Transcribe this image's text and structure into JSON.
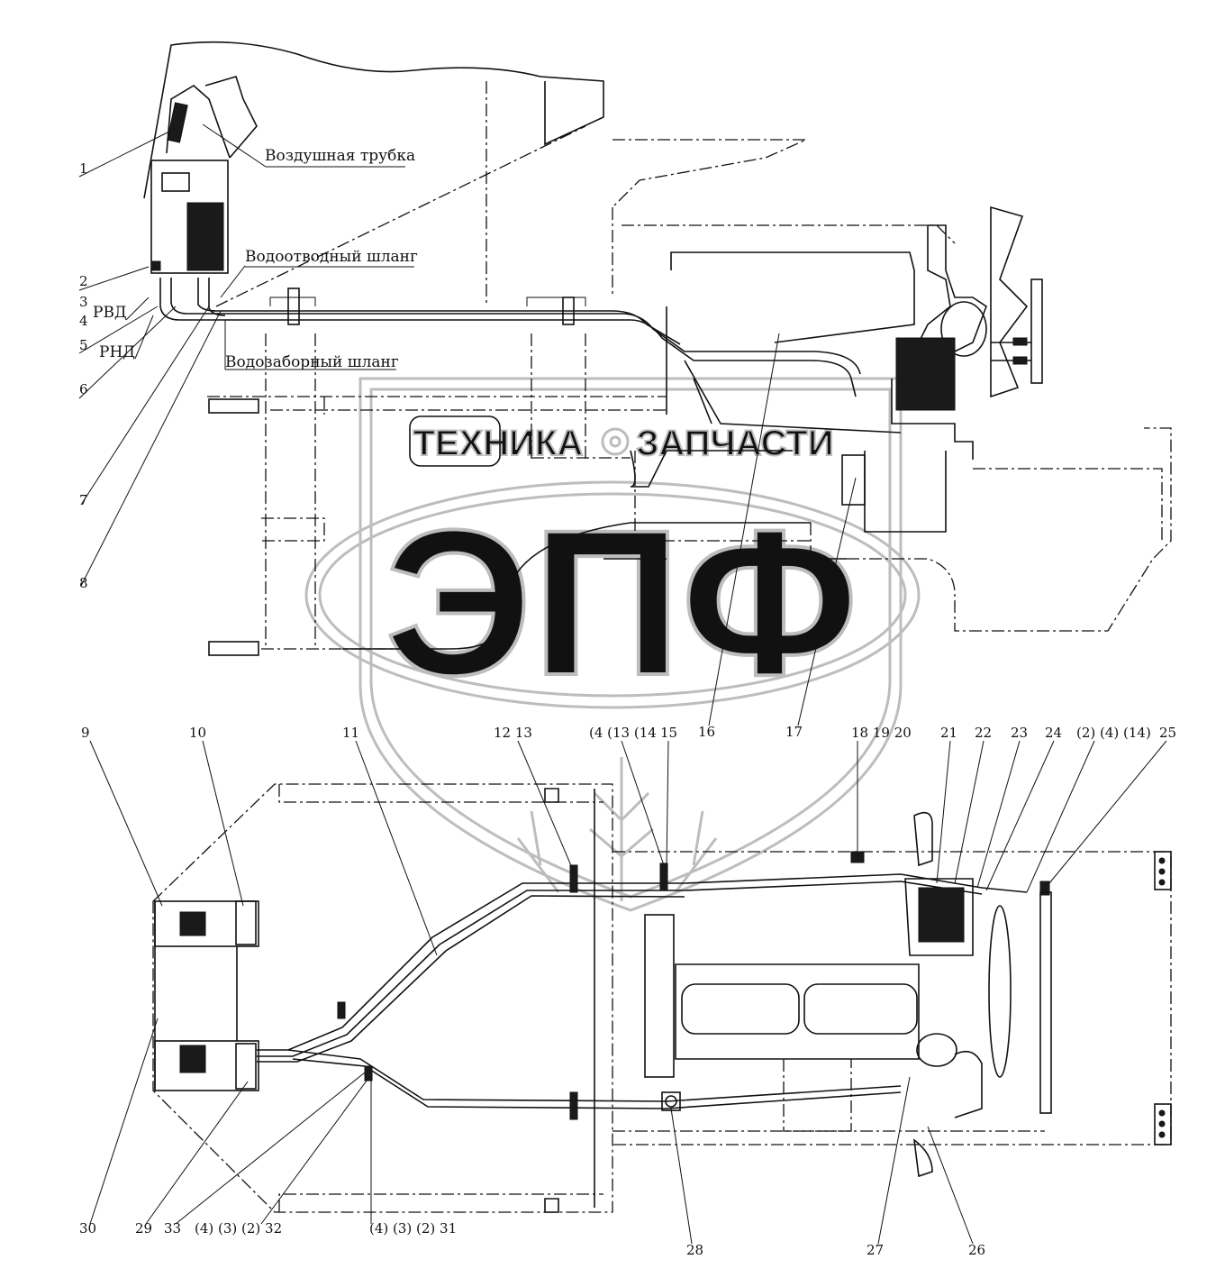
{
  "captions": {
    "air_tube": "Воздушная трубка",
    "drain_hose": "Водоотводный шланг",
    "intake_hose": "Водозаборный шланг",
    "rvd": "РВД",
    "rnd": "РНД"
  },
  "watermark": {
    "brand": "ЭПФ",
    "left_word": "ТЕХНИКА",
    "right_word": "ЗАПЧАСТИ",
    "color": "#bdbdbd"
  },
  "callouts_top": {
    "c1": "1",
    "c2": "2",
    "c3": "3",
    "c4": "4",
    "c5": "5",
    "c6": "6",
    "c7": "7",
    "c8": "8",
    "c16": "16",
    "c17": "17"
  },
  "callouts_bottom": {
    "c9": "9",
    "c10": "10",
    "c11": "11",
    "c12_13": "12  13",
    "c4_13_14": "(4 (13 (14",
    "c15": "15",
    "c18_19_20": "18 19 20",
    "c21": "21",
    "c22": "22",
    "c23": "23",
    "c24": "24",
    "c2_4_14": "(2) (4) (14)",
    "c25": "25",
    "c26": "26",
    "c27": "27",
    "c28": "28",
    "c29": "29",
    "c30": "30",
    "c33": "33",
    "c4_3_2_32": "(4) (3) (2)  32",
    "c4_3_2_31": "(4)  (3) (2)  31"
  },
  "colors": {
    "ink": "#111111",
    "paper": "#ffffff"
  }
}
